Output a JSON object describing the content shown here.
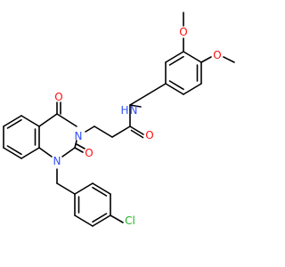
{
  "molecule": {
    "atoms": {
      "O_methoxy_top": {
        "text": "O",
        "color": "#ff0d0d"
      },
      "O_methoxy_right": {
        "text": "O",
        "color": "#ff0d0d"
      },
      "N_amide": {
        "text": "N",
        "color": "#3050f8"
      },
      "H_amide": {
        "text": "H",
        "color": "#3050f8"
      },
      "O_amide": {
        "text": "O",
        "color": "#ff0d0d"
      },
      "O_c4": {
        "text": "O",
        "color": "#ff0d0d"
      },
      "N3": {
        "text": "N",
        "color": "#3050f8"
      },
      "O_c2": {
        "text": "O",
        "color": "#ff0d0d"
      },
      "N1": {
        "text": "N",
        "color": "#3050f8"
      },
      "Cl": {
        "text": "Cl",
        "color": "#1fb51f"
      }
    }
  }
}
